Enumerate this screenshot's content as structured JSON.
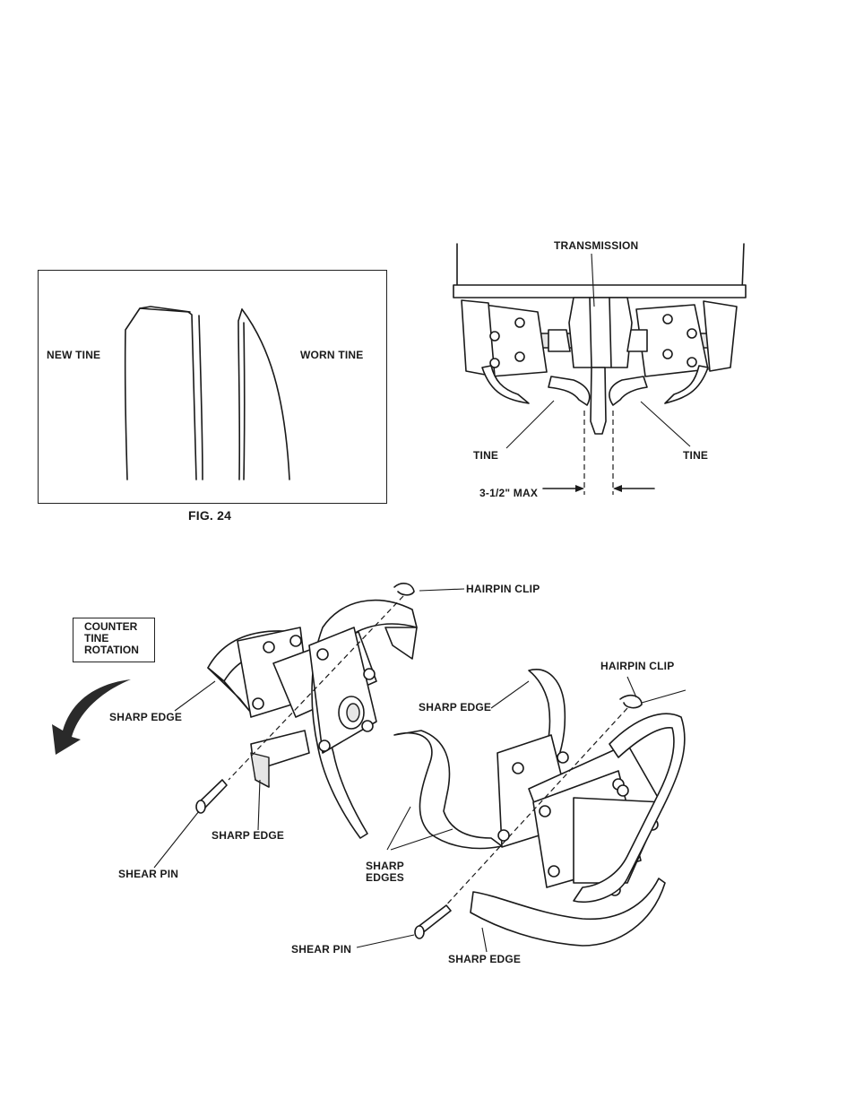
{
  "fig24": {
    "caption": "FIG. 24",
    "new_tine_label": "NEW TINE",
    "worn_tine_label": "WORN TINE"
  },
  "transmission_view": {
    "transmission_label": "TRANSMISSION",
    "tine_left_label": "TINE",
    "tine_right_label": "TINE",
    "max_gap_label": "3-1/2\" MAX"
  },
  "tine_assembly": {
    "rotation_box": [
      "COUNTER",
      "TINE",
      "ROTATION"
    ],
    "hairpin_clip_left": "HAIRPIN CLIP",
    "hairpin_clip_right": "HAIRPIN CLIP",
    "sharp_edge_upper_left": "SHARP EDGE",
    "sharp_edge_center": "SHARP EDGE",
    "sharp_edge_lower_left": "SHARP EDGE",
    "sharp_edges": [
      "SHARP",
      "EDGES"
    ],
    "shear_pin_left": "SHEAR PIN",
    "shear_pin_center": "SHEAR PIN",
    "sharp_edge_bottom": "SHARP EDGE"
  }
}
